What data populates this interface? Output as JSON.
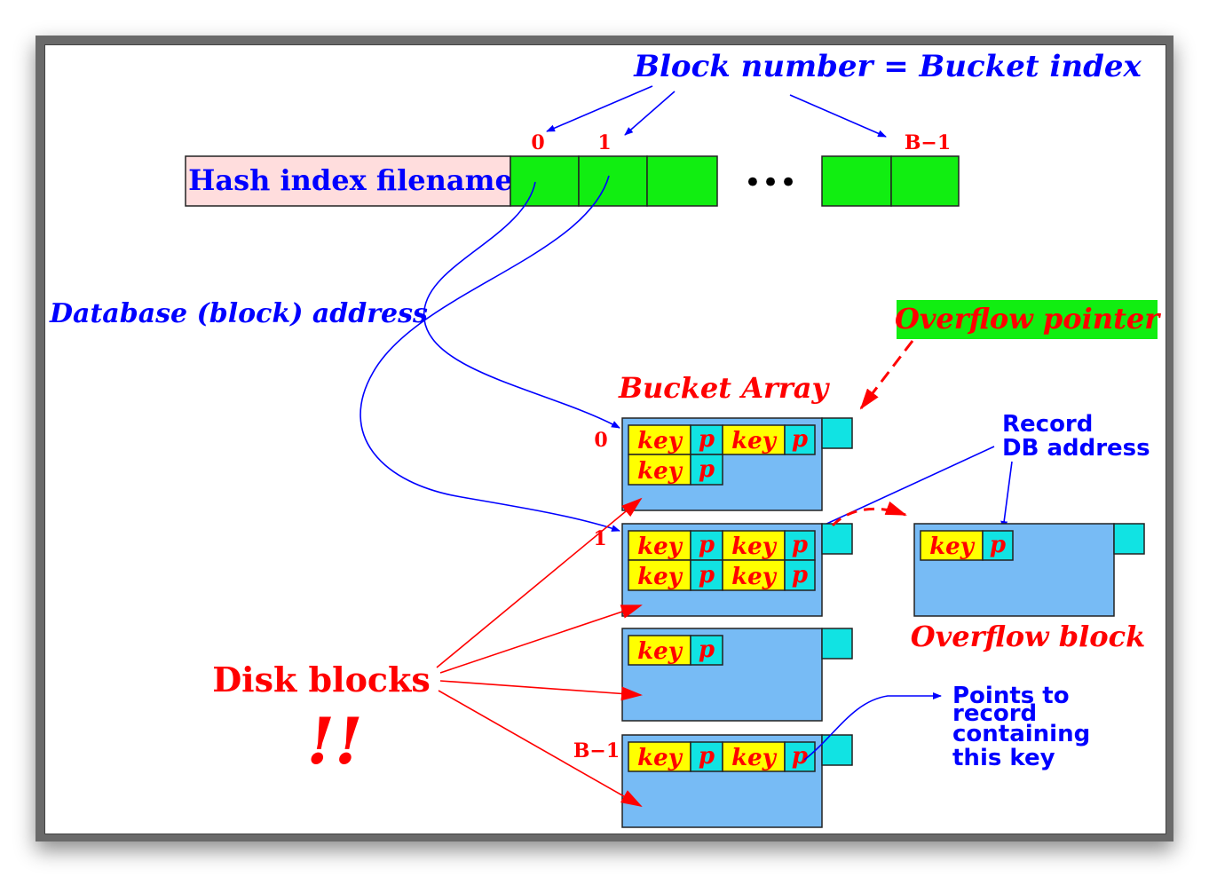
{
  "header": {
    "block_number_label": "Block number = Bucket index"
  },
  "hash_index": {
    "filename_label": "Hash index filename",
    "slot_0": "0",
    "slot_1": "1",
    "slot_last": "B−1",
    "ellipsis": "•••"
  },
  "labels": {
    "db_address": "Database (block) address",
    "overflow_pointer": "Overflow pointer",
    "bucket_array": "Bucket Array",
    "record_db_address_line1": "Record",
    "record_db_address_line2": "DB address",
    "overflow_block": "Overflow block",
    "disk_blocks": "Disk blocks",
    "exclaim": "!!",
    "points_to_line1": "Points to",
    "points_to_line2": "record",
    "points_to_line3": "containing",
    "points_to_line4": "this key"
  },
  "bucket_rows": {
    "row0_label": "0",
    "row1_label": "1",
    "rowlast_label": "B−1"
  },
  "cell": {
    "key": "key",
    "pointer": "p"
  },
  "colors": {
    "bucket_fill": "#77bbf5",
    "slot_green": "#11ee11",
    "key_yellow": "#ffff00",
    "pointer_cyan": "#11e3e3",
    "filename_pink": "#ffdddd",
    "blue_text": "#0000ff",
    "red_text": "#ff0000"
  }
}
